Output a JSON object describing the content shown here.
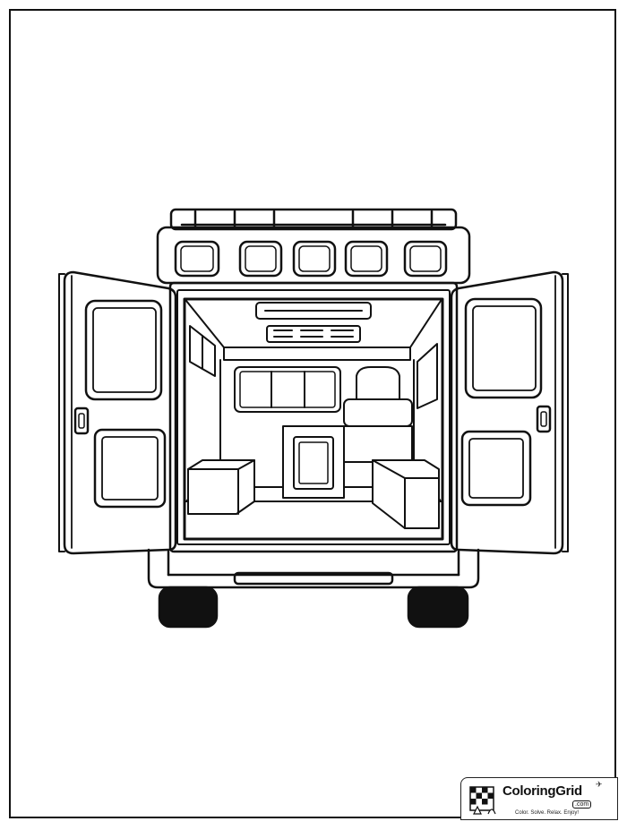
{
  "image": {
    "subject": "ambulance-rear-open-doors",
    "style": "line-art coloring page",
    "stroke_color": "#111111",
    "background_color": "#ffffff"
  },
  "watermark": {
    "brand_name": "ColoringGrid",
    "domain_suffix": ".com",
    "tagline": "Color. Solve. Relax. Enjoy!"
  }
}
